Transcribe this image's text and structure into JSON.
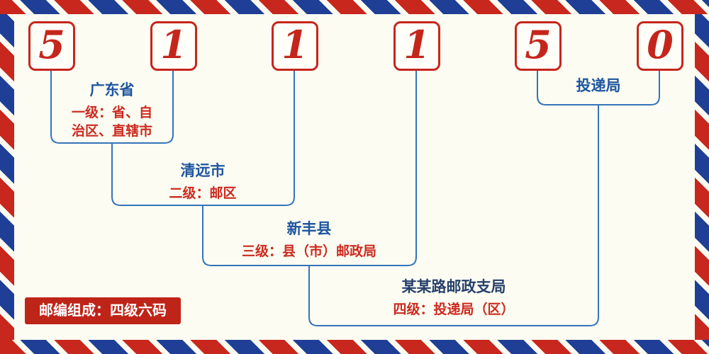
{
  "postal_code": {
    "code": "511150",
    "digits": [
      "5",
      "1",
      "1",
      "1",
      "5",
      "0"
    ]
  },
  "levels": {
    "level1": {
      "name": "广东省",
      "desc_line1": "一级：省、自",
      "desc_line2": "治区、直辖市"
    },
    "level2": {
      "name": "清远市",
      "desc": "二级：邮区"
    },
    "level3": {
      "name": "新丰县",
      "desc": "三级：县（市）邮政局"
    },
    "level4": {
      "name": "某某路邮政支局",
      "desc": "四级：投递局（区）"
    },
    "delivery": {
      "name": "投递局"
    }
  },
  "footer_badge": {
    "text": "邮编组成：四级六码"
  },
  "colors": {
    "digit_red": "#c5261b",
    "connector_blue": "#3474ba",
    "label_blue": "#1d55a0",
    "label_dark_blue": "#26406b",
    "desc_red": "#cc2a1f",
    "stripe_red": "#c8271d",
    "stripe_blue": "#1f3f96",
    "background_cream": "#fcfcf2",
    "badge_red": "#bf2418"
  }
}
